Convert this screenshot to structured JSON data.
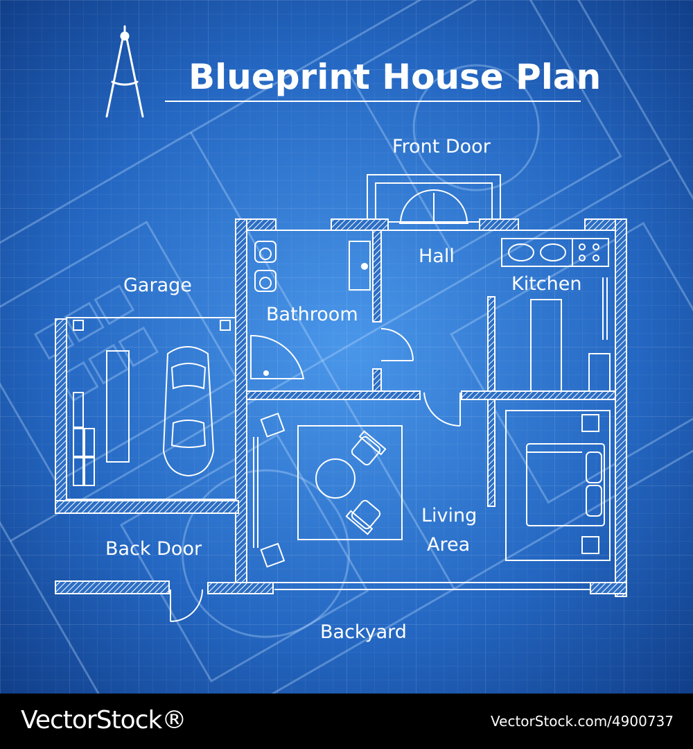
{
  "title": "Blueprint House Plan",
  "labels": {
    "front_door": "Front Door",
    "hall": "Hall",
    "kitchen": "Kitchen",
    "garage": "Garage",
    "bathroom": "Bathroom",
    "living_area_line1": "Living",
    "living_area_line2": "Area",
    "back_door": "Back Door",
    "backyard": "Backyard"
  },
  "watermark": {
    "brand": "VectorStock®",
    "id": "VectorStock.com/4900737"
  },
  "colors": {
    "background": "#1f5fb5",
    "background_center": "#3f8ae0",
    "line": "#ffffff",
    "faint_line": "#9cc7f2"
  },
  "icons": [
    "compass-icon"
  ]
}
